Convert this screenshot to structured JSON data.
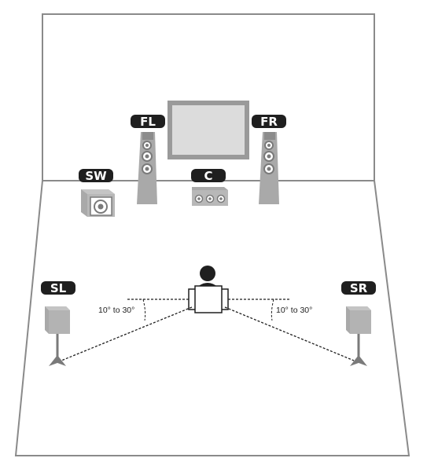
{
  "labels": {
    "front_left": "FL",
    "front_right": "FR",
    "subwoofer": "SW",
    "center": "C",
    "surround_left": "SL",
    "surround_right": "SR"
  },
  "angles": {
    "left": "10° to 30°",
    "right": "10° to 30°"
  },
  "colors": {
    "label_bg": "#1f1f1f",
    "speaker_fill": "#a9a9a9",
    "speaker_dark": "#8c8c8c",
    "room_line": "#888888",
    "tv_screen": "#dcdcdc"
  },
  "icons": {
    "listener": "listener-icon",
    "tv": "tv-icon"
  }
}
